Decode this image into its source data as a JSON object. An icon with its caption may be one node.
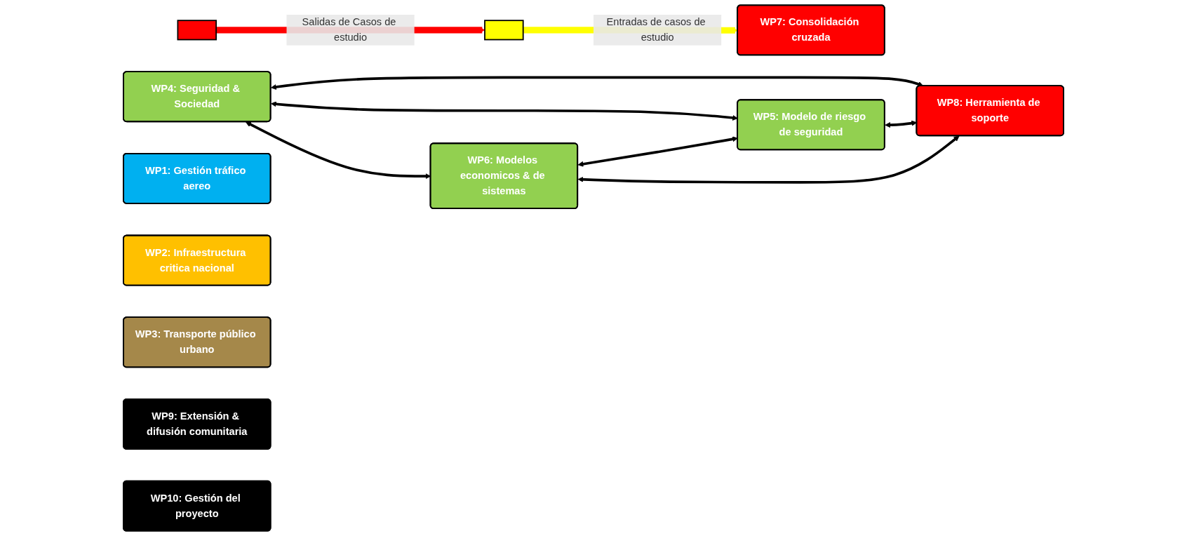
{
  "diagram": {
    "nodes": [
      {
        "text": [],
        "shape": "box"
      },
      {
        "text": [],
        "shape": "box"
      },
      {
        "text": [
          "WP7: Consolidación cruzada"
        ]
      },
      {
        "text": [
          "WP4: Seguridad & Sociedad"
        ]
      },
      {
        "text": [
          "WP5: Modelo de riesgo de seguridad"
        ]
      },
      {
        "text": [
          "WP8: Herramienta de soporte"
        ]
      },
      {
        "text": [
          "WP6: Modelos economicos & de sistemas"
        ]
      },
      {
        "text": [
          "WP1: Gestión tráfico aereo"
        ]
      },
      {
        "text": [
          "WP2: Infraestructura critica nacional"
        ]
      },
      {
        "text": [
          "WP3: Transporte público urbano"
        ]
      },
      {
        "text": [
          "WP9: Extensión & difusión comunitaria"
        ]
      },
      {
        "text": [
          "WP10: Gestión del proyecto"
        ]
      }
    ],
    "edges": [
      {
        "from": 1,
        "to": 2,
        "arrow": "to",
        "label": "Entradas de casos de estudio",
        "style": "thick",
        "color": "#ffff00"
      },
      {
        "from": 0,
        "to": 1,
        "arrow": "to",
        "label": "Salidas de Casos de estudio",
        "style": "thick",
        "color": "#ff0000"
      },
      {
        "from": 3,
        "to": 5,
        "arrow": "both"
      },
      {
        "from": 3,
        "to": 4,
        "arrow": "both"
      },
      {
        "from": 3,
        "to": 6,
        "arrow": "both"
      },
      {
        "from": 4,
        "to": 5,
        "arrow": "both"
      },
      {
        "from": 6,
        "to": 4,
        "arrow": "both"
      },
      {
        "from": 6,
        "to": 5,
        "arrow": "both"
      }
    ]
  }
}
